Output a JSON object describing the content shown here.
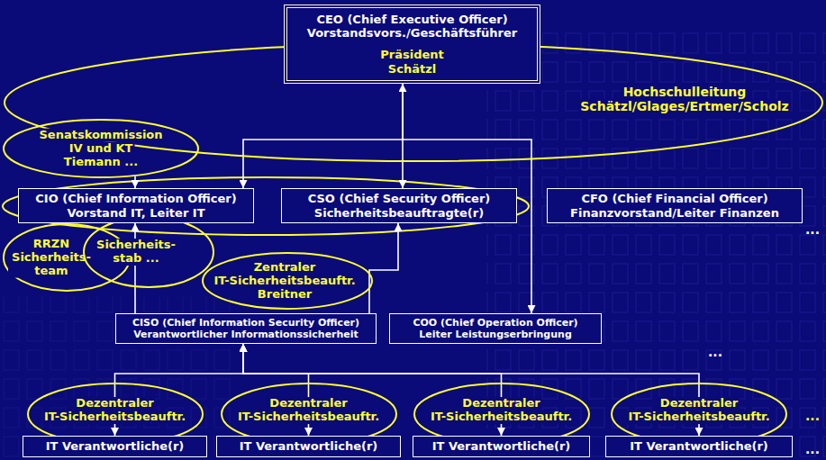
{
  "diagram": {
    "nodes": [
      {
        "text": [
          "CEO (Chief Executive Officer)",
          "Vorstandsvors./Geschäftsführer",
          "Präsident",
          "Schätzl"
        ]
      },
      {
        "text": [
          "Hochschulleitung",
          "Schätzl/Glages/Ertmer/Scholz"
        ]
      },
      {
        "text": [
          "Senatskommission",
          "IV und KT",
          "Tiemann ..."
        ]
      },
      {
        "text": [
          "CIO (Chief Information Officer)",
          "Vorstand IT, Leiter IT"
        ]
      },
      {
        "text": [
          "CSO (Chief Security Officer)",
          "Sicherheitsbeauftragte(r)"
        ]
      },
      {
        "text": [
          "CFO (Chief Financial Officer)",
          "Finanzvorstand/Leiter Finanzen"
        ]
      },
      {
        "text": [
          "RRZN",
          "Sicherheits- team"
        ]
      },
      {
        "text": [
          "Sicherheits- stab ..."
        ]
      },
      {
        "text": [
          "Zentraler",
          "IT-Sicherheitsbeauftr.",
          "Breitner"
        ]
      },
      {
        "text": [
          "CISO (Chief Information Security Officer)",
          "Verantwortlicher Informationssicherheit"
        ]
      },
      {
        "text": [
          "COO (Chief Operation Officer)",
          "Leiter Leistungserbringung"
        ]
      },
      {
        "text": [
          "Dezentraler",
          "IT-Sicherheitsbeauftr."
        ]
      },
      {
        "text": [
          "Dezentraler",
          "IT-Sicherheitsbeauftr."
        ]
      },
      {
        "text": [
          "Dezentraler",
          "IT-Sicherheitsbeauftr."
        ]
      },
      {
        "text": [
          "Dezentraler",
          "IT-Sicherheitsbeauftr."
        ]
      },
      {
        "text": [
          "IT Verantwortliche(r)"
        ]
      },
      {
        "text": [
          "IT Verantwortliche(r)"
        ]
      },
      {
        "text": [
          "IT Verantwortliche(r)"
        ]
      },
      {
        "text": [
          "IT Verantwortliche(r)"
        ]
      }
    ],
    "edges": [
      {
        "from": 0,
        "to": 4,
        "arrow": "both"
      },
      {
        "from": 0,
        "to": 3,
        "arrow": "to"
      },
      {
        "from": 0,
        "to": 10,
        "arrow": "to"
      },
      {
        "from": 2,
        "to": 3,
        "arrow": "to"
      },
      {
        "from": 9,
        "to": 3,
        "arrow": "to"
      },
      {
        "from": 9,
        "to": 4,
        "arrow": "to"
      },
      {
        "from": 9,
        "to": 15,
        "arrow": "both"
      },
      {
        "from": 9,
        "to": 16,
        "arrow": "both"
      },
      {
        "from": 9,
        "to": 17,
        "arrow": "both"
      },
      {
        "from": 9,
        "to": 18,
        "arrow": "both"
      }
    ],
    "labels": [
      "...",
      "...",
      "...",
      "..."
    ]
  }
}
